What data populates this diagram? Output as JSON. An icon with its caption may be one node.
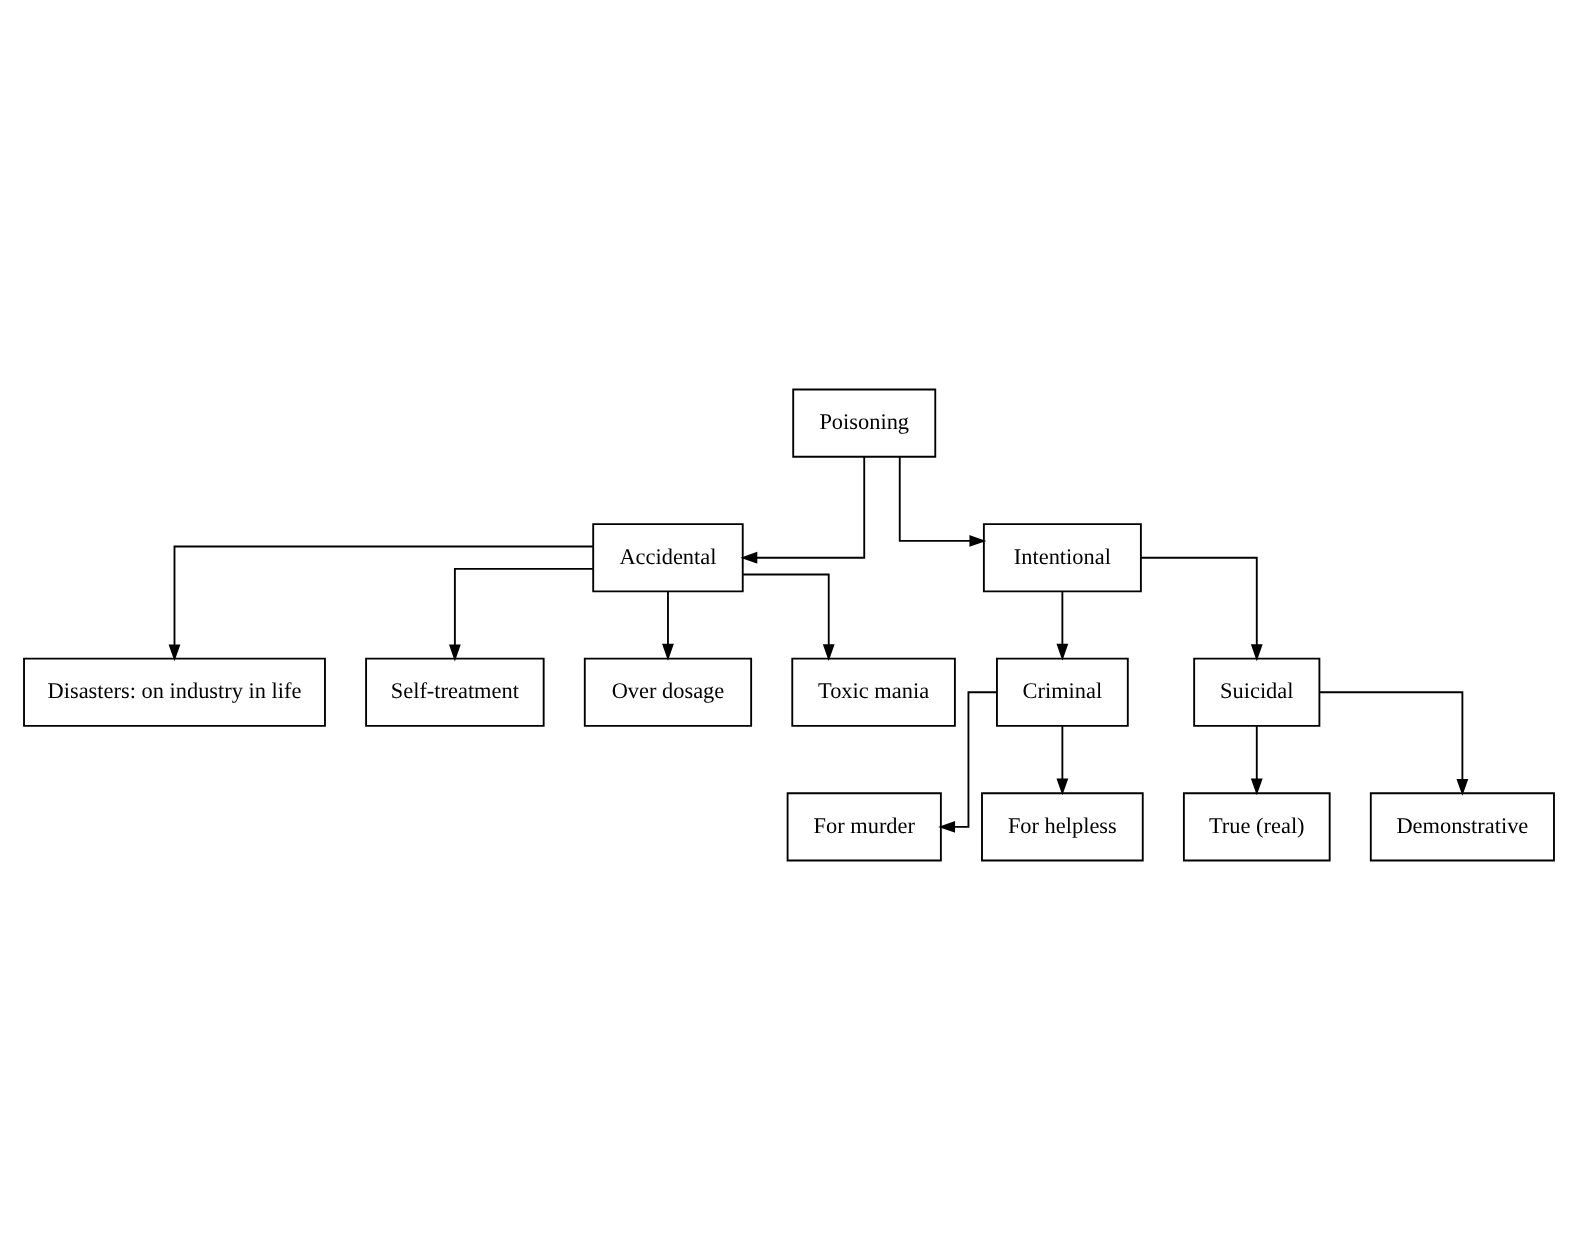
{
  "diagram": {
    "nodes": [
      {
        "text": [
          "Poisoning"
        ]
      },
      {
        "text": [
          "Accidental"
        ]
      },
      {
        "text": [
          "Intentional"
        ]
      },
      {
        "text": [
          "Disasters: on industry in life"
        ]
      },
      {
        "text": [
          "Self-treatment"
        ]
      },
      {
        "text": [
          "Over dosage"
        ]
      },
      {
        "text": [
          "Toxic mania"
        ]
      },
      {
        "text": [
          "Criminal"
        ]
      },
      {
        "text": [
          "Suicidal"
        ]
      },
      {
        "text": [
          "For murder"
        ]
      },
      {
        "text": [
          "For helpless"
        ]
      },
      {
        "text": [
          "True (real)"
        ]
      },
      {
        "text": [
          "Demonstrative"
        ]
      }
    ],
    "edges": [
      {
        "from": 0,
        "to": 1,
        "arrow": "to"
      },
      {
        "from": 0,
        "to": 2,
        "arrow": "to"
      },
      {
        "from": 1,
        "to": 3,
        "arrow": "to"
      },
      {
        "from": 1,
        "to": 4,
        "arrow": "to"
      },
      {
        "from": 1,
        "to": 5,
        "arrow": "to"
      },
      {
        "from": 1,
        "to": 6,
        "arrow": "to"
      },
      {
        "from": 2,
        "to": 7,
        "arrow": "to"
      },
      {
        "from": 2,
        "to": 8,
        "arrow": "to"
      },
      {
        "from": 7,
        "to": 9,
        "arrow": "to"
      },
      {
        "from": 7,
        "to": 10,
        "arrow": "to"
      },
      {
        "from": 8,
        "to": 11,
        "arrow": "to"
      },
      {
        "from": 8,
        "to": 12,
        "arrow": "to"
      }
    ]
  }
}
